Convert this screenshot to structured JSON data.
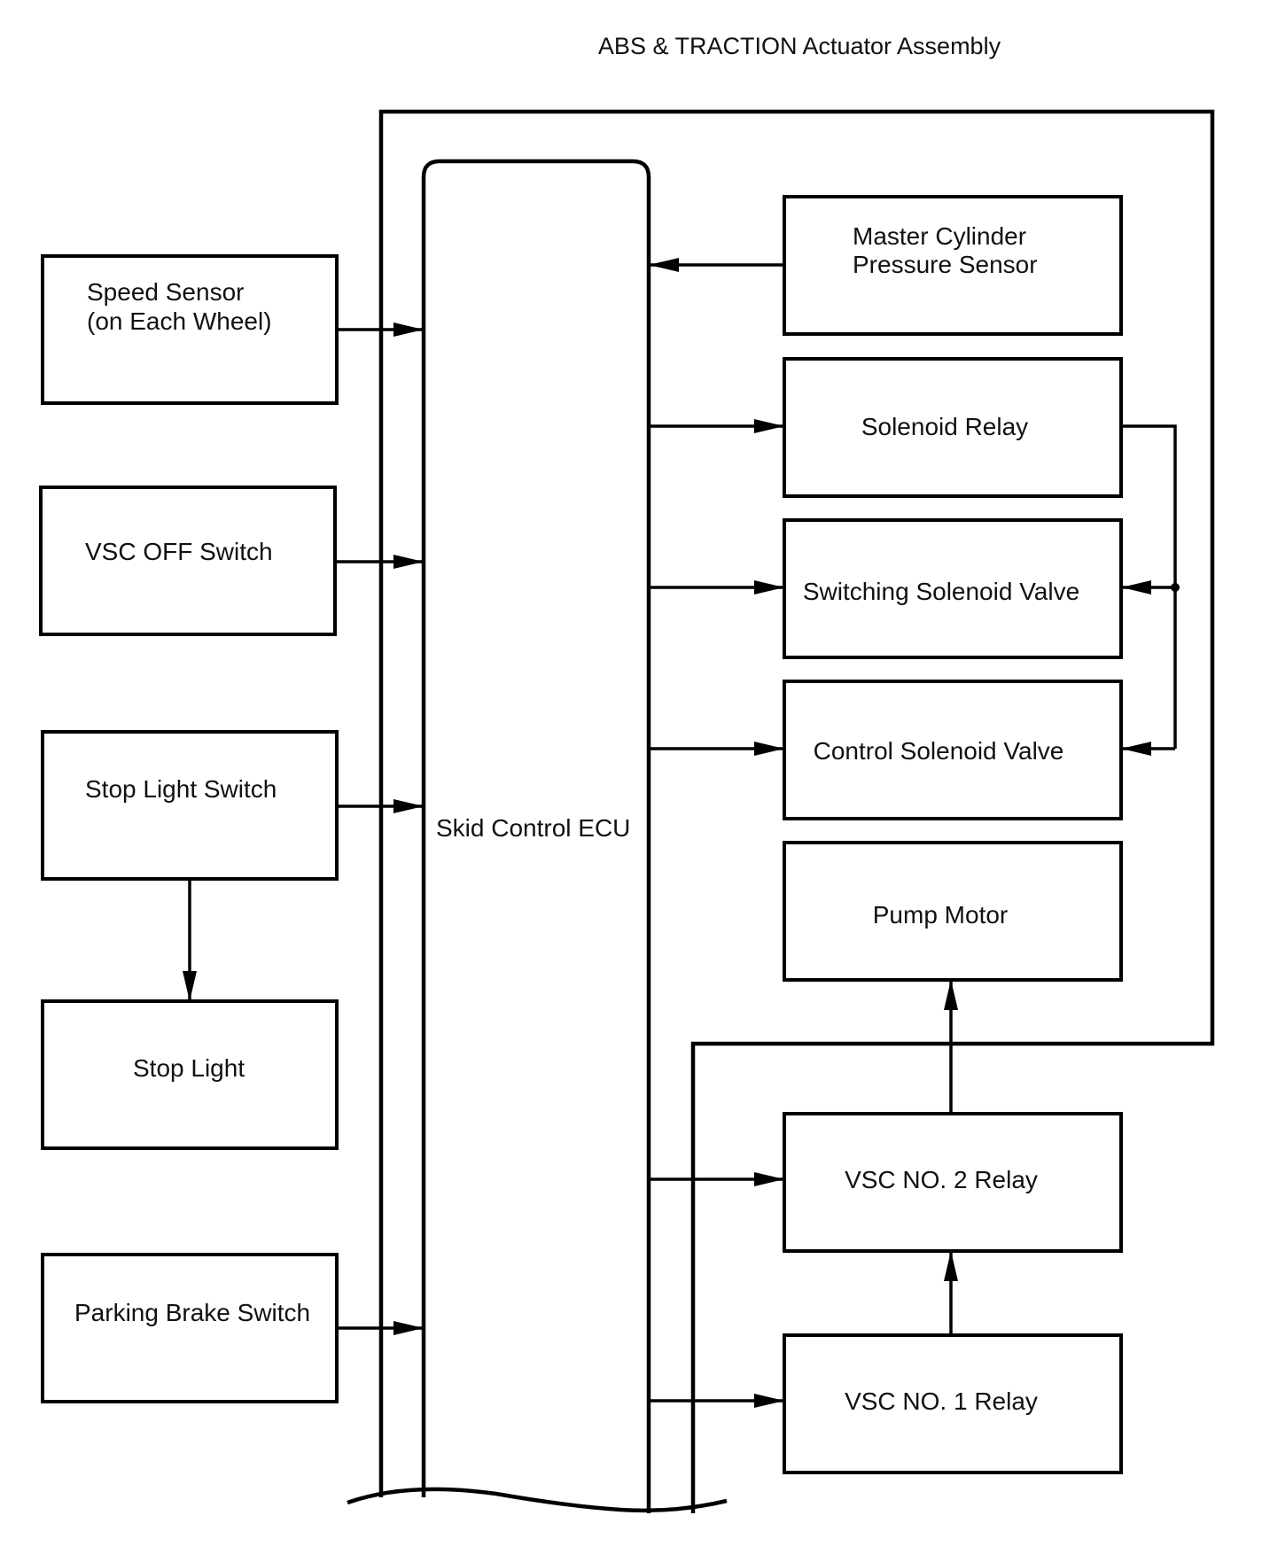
{
  "title": "ABS & TRACTION Actuator Assembly",
  "ecu": {
    "label": "Skid Control ECU"
  },
  "inputs": {
    "speed_sensor": [
      "Speed Sensor",
      "(on Each Wheel)"
    ],
    "vsc_off_switch": "VSC OFF Switch",
    "stop_light_switch": "Stop Light Switch",
    "stop_light": "Stop Light",
    "parking_brake_switch": "Parking Brake Switch"
  },
  "actuator": {
    "master_cylinder_pressure_sensor": [
      "Master Cylinder",
      "Pressure Sensor"
    ],
    "solenoid_relay": "Solenoid Relay",
    "switching_solenoid_valve": "Switching Solenoid Valve",
    "control_solenoid_valve": "Control Solenoid Valve",
    "pump_motor": "Pump Motor"
  },
  "relays": {
    "vsc_no2_relay": "VSC NO. 2 Relay",
    "vsc_no1_relay": "VSC NO. 1 Relay"
  },
  "colors": {
    "line": "#000000",
    "background": "#ffffff",
    "text": "#111111"
  }
}
